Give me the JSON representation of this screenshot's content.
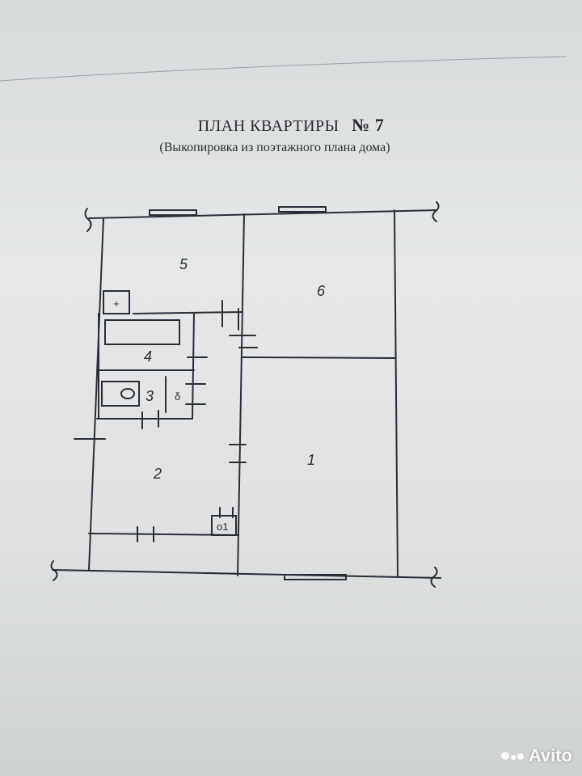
{
  "document": {
    "title": "ПЛАН КВАРТИРЫ",
    "apartment_label": "№  7",
    "subtitle": "(Выкопировка из поэтажного плана дома)"
  },
  "rooms": [
    {
      "id": "1",
      "label": "1"
    },
    {
      "id": "2",
      "label": "2"
    },
    {
      "id": "3",
      "label": "3"
    },
    {
      "id": "4",
      "label": "4"
    },
    {
      "id": "5",
      "label": "5"
    },
    {
      "id": "6",
      "label": "6"
    }
  ],
  "fixtures": {
    "closet_a_label": "δ",
    "closet_b_label": "о1",
    "plus_box_label": "+"
  },
  "watermark": {
    "text": "Avito"
  },
  "colors": {
    "ink": "#2a2c38",
    "paper": "#e3e5e5"
  }
}
